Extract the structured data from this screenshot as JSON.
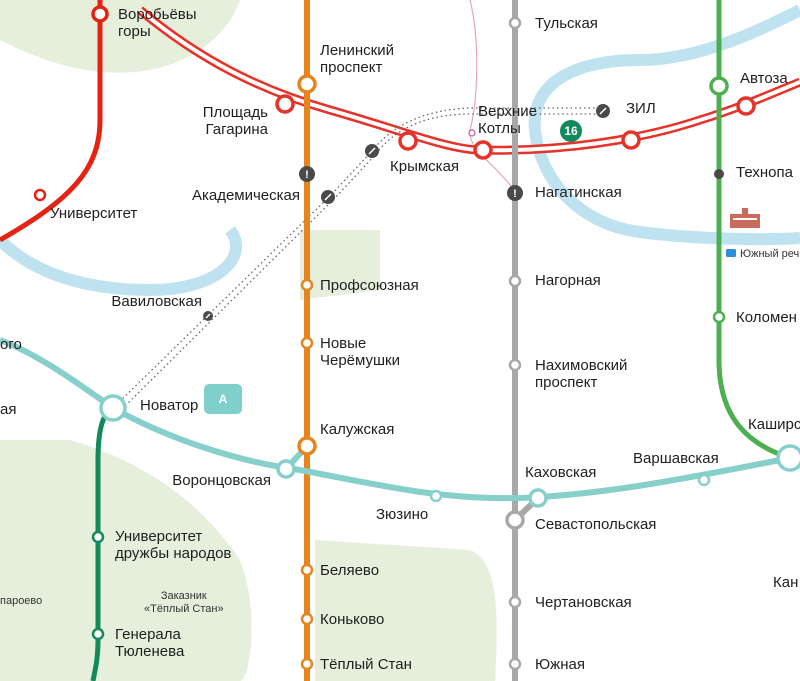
{
  "colors": {
    "park": "#e6efdc",
    "water": "#bfe2f0",
    "line_red": "#e42313",
    "line_orange": "#e8841e",
    "line_grey": "#a8a8a8",
    "line_green": "#4caf50",
    "line_teal": "#86cfcb",
    "line_darkgreen": "#138a5c",
    "mcc_red": "#e6332a",
    "mcd_pink": "#e9a3b8",
    "closed": "#4a4a4a"
  },
  "stations": {
    "vorobyovy": "Воробьёвы\nгоры",
    "leninsky": "Ленинский\nпроспект",
    "gagarina": "Площадь\nГагарина",
    "akademicheskaya": "Академическая",
    "universitet": "Университет",
    "krymskaya": "Крымская",
    "verkhnie_kotly": "Верхние\nКотлы",
    "zil": "ЗИЛ",
    "avtozavodskaya": "Автоза",
    "tekhnopark": "Технопа",
    "tulskaya": "Тульская",
    "nagatinskaya": "Нагатинская",
    "yuzhny_port": "Южный речн",
    "vavilovskaya": "Вавиловская",
    "profsoyuznaya": "Профсоюзная",
    "nagornaya": "Нагорная",
    "kolomenskaya": "Коломен",
    "noviye_cheryomushki": "Новые\nЧерёмушки",
    "nakhimovsky": "Нахимовский\nпроспект",
    "edge_left_top": "ого",
    "edge_left_mid": "ая",
    "novatorskaya": "Новатор",
    "kashirskaya": "Каширс",
    "kaluzhskaya": "Калужская",
    "varshavskaya": "Варшавская",
    "kakhovskaya": "Каховская",
    "vorontsovskaya": "Воронцовская",
    "zyuzino": "Зюзино",
    "sevastopolskaya": "Севастопольская",
    "universitet_druzhby": "Университет\nдружбы народов",
    "zakaznik": "Заказник\n«Тёплый Стан»",
    "belyaevo": "Беляево",
    "kantemirovskaya": "Кан",
    "edge_left_bottom": "пароево",
    "chertanovskaya": "Чертановская",
    "generala_tyuleneva": "Генерала\nТюленева",
    "konkovo": "Коньково",
    "tyoply_stan": "Тёплый Стан",
    "yuzhnaya": "Южная"
  },
  "badges": {
    "line_a": "А",
    "line_16": "16"
  },
  "icons": {
    "closed_station": "exclamation-icon",
    "transfer_closed": "slash-circle-icon",
    "river_port": "building-icon"
  }
}
